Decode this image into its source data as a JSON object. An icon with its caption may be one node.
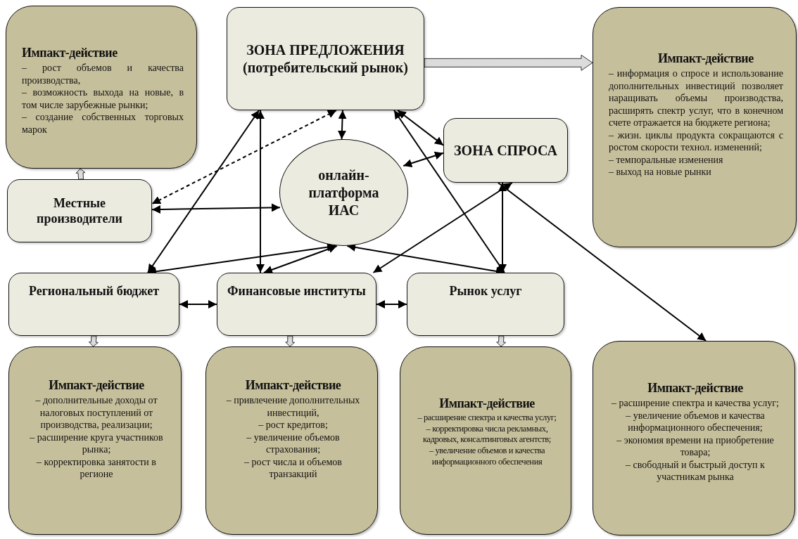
{
  "diagram": {
    "nodes": [
      {
        "text": [
          "Импакт-действие",
          "– рост объемов и качества производства,",
          "– возможность выхода на новые, в том числе зарубежные рынки;",
          "– создание собственных торговых марок"
        ]
      },
      {
        "text": [
          "ЗОНА ПРЕДЛОЖЕНИЯ (потребительский рынок)"
        ]
      },
      {
        "text": [
          "Импакт-действие",
          "– информация о спросе и использование дополнительных инвестиций позволяет наращивать объемы производства, расширять спектр услуг, что в конечном счете отражается на бюджете региона;",
          "– жизн. циклы продукта сокращаются с ростом скорости технол. изменений;",
          "– темпоральные изменения",
          "– выход на новые рынки"
        ]
      },
      {
        "text": [
          "ЗОНА СПРОСА"
        ]
      },
      {
        "text": [
          "Местные производители"
        ]
      },
      {
        "text": [
          "онлайн-платформа ИАС"
        ]
      },
      {
        "text": [
          "Региональный бюджет"
        ]
      },
      {
        "text": [
          "Финансовые институты"
        ]
      },
      {
        "text": [
          "Рынок услуг"
        ]
      },
      {
        "text": [
          "Импакт-действие",
          "– дополнительные доходы от налоговых поступлений от производства, реализации;",
          "– расширение круга участников рынка;",
          "– корректировка занятости в регионе"
        ]
      },
      {
        "text": [
          "Импакт-действие",
          "– привлечение дополнительных инвестиций,",
          "– рост кредитов;",
          "– увеличение объемов страхования;",
          "– рост числа и объемов транзакций"
        ]
      },
      {
        "text": [
          "Импакт-действие",
          "– расширение спектра и качества услуг;",
          "– корректировка числа рекламных, кадровых, консалтинговых агентств;",
          "– увеличение объемов и качества информационного обеспечения"
        ]
      },
      {
        "text": [
          "Импакт-действие",
          "– расширение спектра и качества услуг;",
          "– увеличение объемов и качества информационного обеспечения;",
          "– экономия времени на приобретение товара;",
          "– свободный и быстрый доступ к участникам рынка"
        ]
      }
    ],
    "edges": [
      {
        "from": 1,
        "to": 2,
        "arrow": "to",
        "style": "thick"
      },
      {
        "from": 4,
        "to": 0,
        "arrow": "to",
        "style": "thick"
      },
      {
        "from": 6,
        "to": 9,
        "arrow": "to",
        "style": "thick"
      },
      {
        "from": 7,
        "to": 10,
        "arrow": "to",
        "style": "thick"
      },
      {
        "from": 8,
        "to": 11,
        "arrow": "to",
        "style": "thick"
      },
      {
        "from": 1,
        "to": 5,
        "arrow": "both"
      },
      {
        "from": 1,
        "to": 3,
        "arrow": "both"
      },
      {
        "from": 5,
        "to": 3,
        "arrow": "both"
      },
      {
        "from": 4,
        "to": 5,
        "arrow": "both"
      },
      {
        "from": 1,
        "to": 4,
        "arrow": "both",
        "style": "dashed"
      },
      {
        "from": 1,
        "to": 6,
        "arrow": "both"
      },
      {
        "from": 1,
        "to": 7,
        "arrow": "both"
      },
      {
        "from": 1,
        "to": 8,
        "arrow": "both"
      },
      {
        "from": 5,
        "to": 6,
        "arrow": "both"
      },
      {
        "from": 5,
        "to": 7,
        "arrow": "both"
      },
      {
        "from": 5,
        "to": 8,
        "arrow": "both"
      },
      {
        "from": 3,
        "to": 8,
        "arrow": "both"
      },
      {
        "from": 3,
        "to": 7,
        "arrow": "both"
      },
      {
        "from": 3,
        "to": 12,
        "arrow": "to"
      },
      {
        "from": 6,
        "to": 7,
        "arrow": "both"
      },
      {
        "from": 7,
        "to": 8,
        "arrow": "both"
      }
    ]
  }
}
